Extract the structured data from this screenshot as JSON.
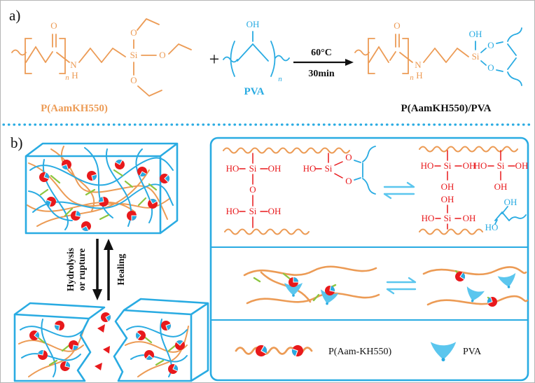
{
  "colors": {
    "orange": "#EC9B55",
    "blue": "#29ABE2",
    "light_blue": "#5BC6EE",
    "red": "#E8191C",
    "green": "#8CC63F",
    "black": "#111111"
  },
  "panel_a": {
    "label": "a)",
    "reactant1": {
      "name": "P(AamKH550)",
      "carbonyl_o": "O",
      "amide_n": "N",
      "amide_h": "H",
      "si": "Si",
      "ethoxy_o_top": "O",
      "ethoxy_o_right": "O",
      "ethoxy_o_bottom": "O",
      "subscript_n": "n"
    },
    "plus_sign": "+",
    "reactant2": {
      "name": "PVA",
      "hydroxyl": "OH",
      "subscript_n": "n"
    },
    "conditions": {
      "temperature": "60°C",
      "time": "30min"
    },
    "product": {
      "name": "P(AamKH550)/PVA",
      "carbonyl_o": "O",
      "amide_n": "N",
      "amide_h": "H",
      "si": "Si",
      "hydroxyl": "OH",
      "ring_o_top": "O",
      "ring_o_bottom": "O",
      "subscript_n": "n"
    }
  },
  "panel_b": {
    "label": "b)",
    "arrows": {
      "down_line1": "Hydrolysis",
      "down_line2": "or rupture",
      "up": "Healing"
    },
    "equilibrium": {
      "bridge": {
        "ho_top": "HO",
        "si_top": "Si",
        "oh_top": "OH",
        "o_bridge": "O",
        "ho_bottom": "HO",
        "si_bottom": "Si",
        "oh_bottom": "OH"
      },
      "ring": {
        "ho": "HO",
        "si": "Si",
        "o_top": "O",
        "o_bottom": "O"
      },
      "silanol_a": {
        "ho": "HO",
        "si": "Si",
        "oh_right": "OH",
        "oh_bottom": "OH"
      },
      "silanol_b": {
        "ho": "HO",
        "si": "Si",
        "oh_right": "OH",
        "oh_bottom": "OH"
      },
      "silanol_c": {
        "oh_top": "OH",
        "ho": "HO",
        "si": "Si",
        "oh_right": "OH"
      },
      "diol": {
        "oh": "OH",
        "ho": "HO"
      }
    },
    "legend": {
      "polymer": "P(Aam-KH550)",
      "pva": "PVA"
    }
  }
}
